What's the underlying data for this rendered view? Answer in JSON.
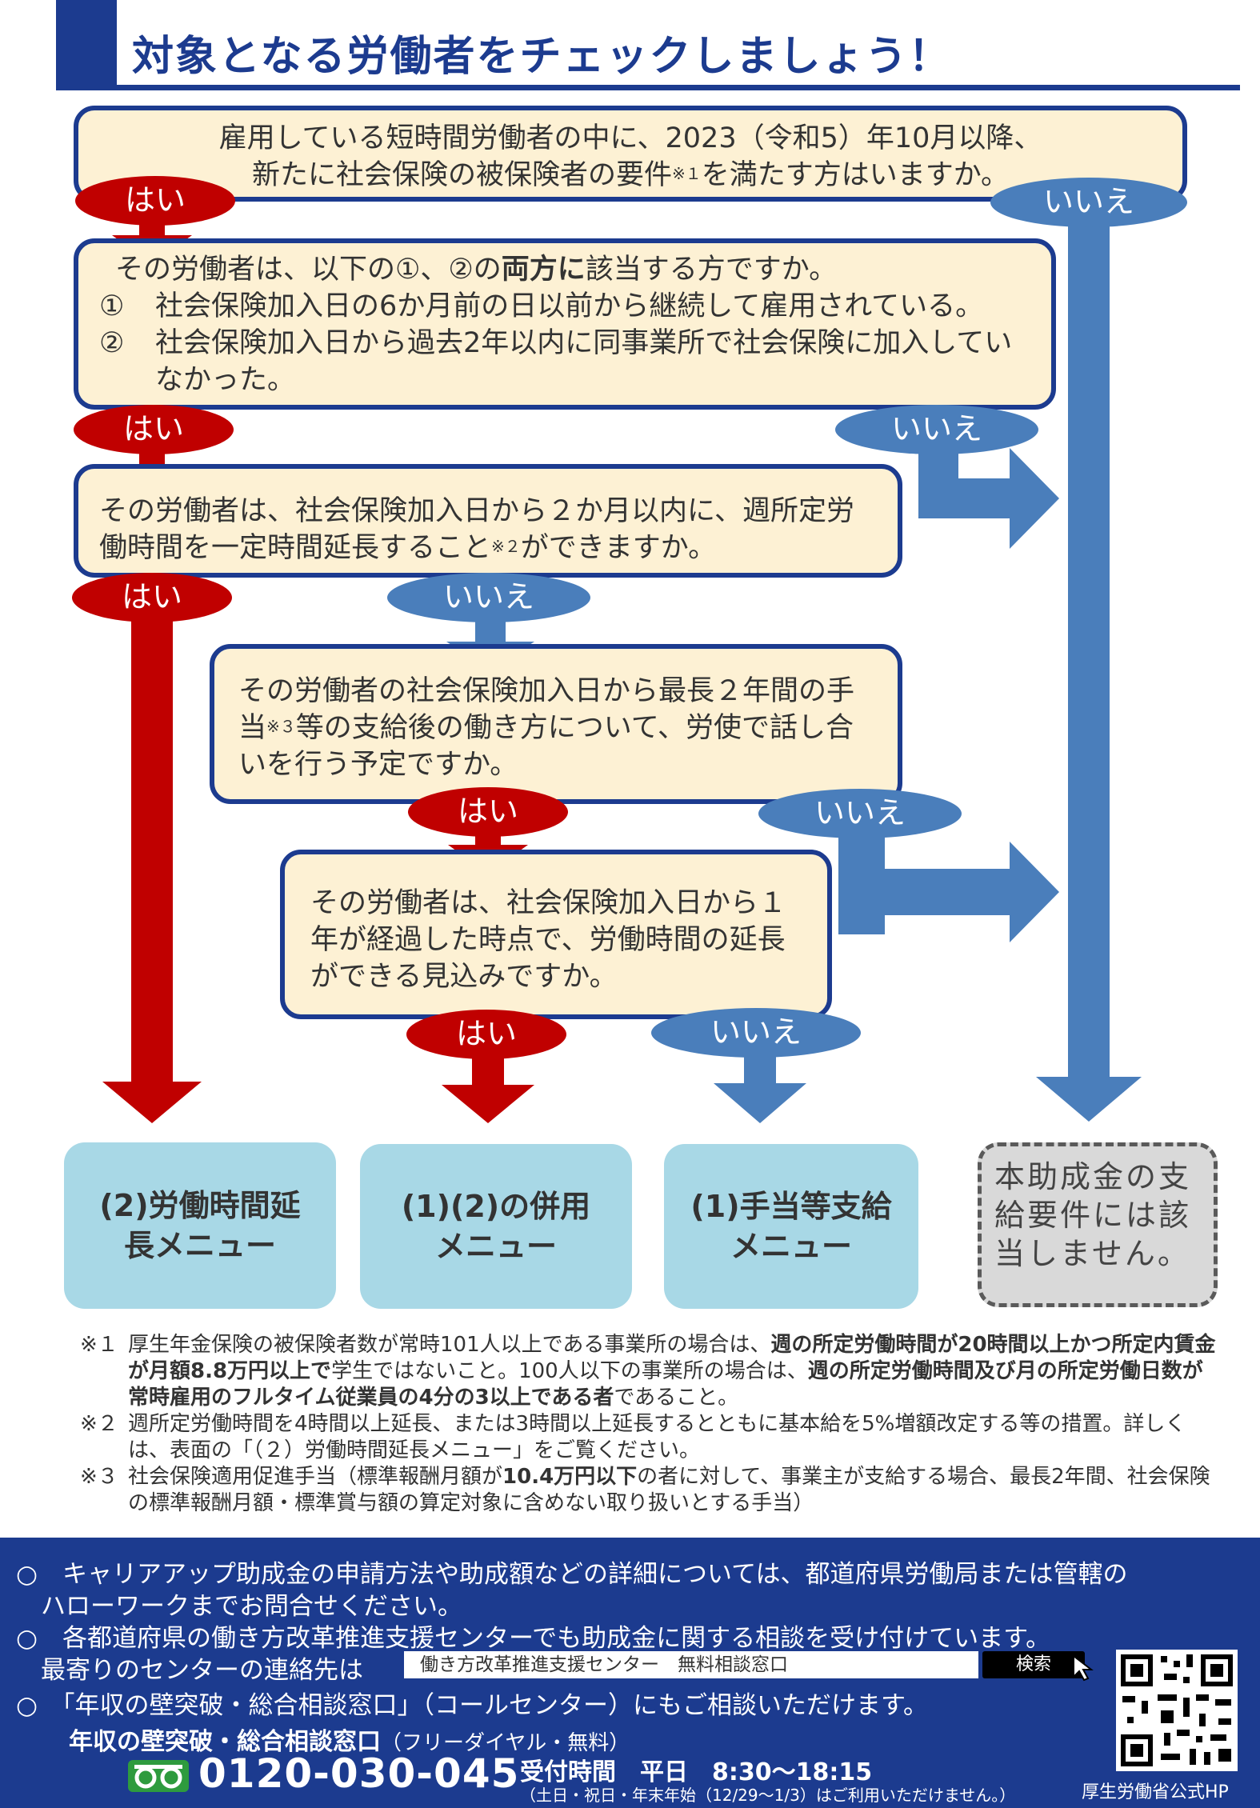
{
  "header": {
    "title": "対象となる労働者をチェックしましょう！"
  },
  "q1": {
    "line1": "雇用している短時間労働者の中に、2023（令和5）年10月以降、",
    "line2a": "新たに社会保険の被保険者の要件",
    "sup": "※１",
    "line2b": "を満たす方はいますか。"
  },
  "q2": {
    "intro_a": "その労働者は、以下の①、②の",
    "intro_b": "両方に",
    "intro_c": "該当する方ですか。",
    "item1_num": "①",
    "item1": "社会保険加入日の6か月前の日以前から継続して雇用されている。",
    "item2_num": "②",
    "item2": "社会保険加入日から過去2年以内に同事業所で社会保険に加入していなかった。"
  },
  "q3": {
    "text_a": "その労働者は、社会保険加入日から２か月以内に、週所定労働時間を一定時間延長すること",
    "sup": "※２",
    "text_b": "ができますか。"
  },
  "q4": {
    "text_a": "その労働者の社会保険加入日から最長２年間の手当",
    "sup": "※３",
    "text_b": "等の支給後の働き方について、労使で話し合いを行う予定ですか。"
  },
  "q5": {
    "text": "その労働者は、社会保険加入日から１年が経過した時点で、労働時間の延長ができる見込みですか。"
  },
  "yes": "はい",
  "no": "いいえ",
  "results": {
    "r1": "(2)労働時間延長メニュー",
    "r2": "(1)(2)の併用メニュー",
    "r3": "(1)手当等支給メニュー",
    "none": "本助成金の支給要件には該当しません。"
  },
  "notes": {
    "n1_mark": "※１",
    "n1_a": "厚生年金保険の被保険者数が常時101人以上である事業所の場合は、",
    "n1_b": "週の所定労働時間が20時間以上かつ所定内賃金が月額8.8万円以上で",
    "n1_c": "学生ではないこと。100人以下の事業所の場合は、",
    "n1_d": "週の所定労働時間及び月の所定労働日数が常時雇用のフルタイム従業員の4分の3以上である者",
    "n1_e": "であること。",
    "n2_mark": "※２",
    "n2": "週所定労働時間を4時間以上延長、または3時間以上延長するとともに基本給を5%増額改定する等の措置。詳しくは、表面の「（２）労働時間延長メニュー」をご覧ください。",
    "n3_mark": "※３",
    "n3_a": "社会保険適用促進手当（標準報酬月額が",
    "n3_b": "10.4万円以下",
    "n3_c": "の者に対して、事業主が支給する場合、最長2年間、社会保険の標準報酬月額・標準賞与額の算定対象に含めない取り扱いとする手当）"
  },
  "footer": {
    "l1": "○　キャリアアップ助成金の申請方法や助成額などの詳細については、都道府県労働局または管轄の",
    "l2": "　ハローワークまでお問合せください。",
    "l3": "○　各都道府県の働き方改革推進支援センターでも助成金に関する相談を受け付けています。",
    "l4": "　最寄りのセンターの連絡先は",
    "search_value": "働き方改革推進支援センター　無料相談窓口",
    "search_btn": "検索",
    "l5": "○　「年収の壁突破・総合相談窓口」（コールセンター）にもご相談いただけます。",
    "center_name": "年収の壁突破・総合相談窓口",
    "center_note": "（フリーダイヤル・無料）",
    "phone": "0120-030-045",
    "hours": "受付時間　平日　8:30〜18:15",
    "hours_note": "（土日・祝日・年末年始（12/29〜1/3）はご利用いただけません。）",
    "hp": "厚生労働省公式HP",
    "colors": {
      "navy": "#1c3b8f",
      "red": "#c00000",
      "blue": "#4a7ebb",
      "cream": "#fdf1d4",
      "result": "#a8d8e6"
    }
  }
}
